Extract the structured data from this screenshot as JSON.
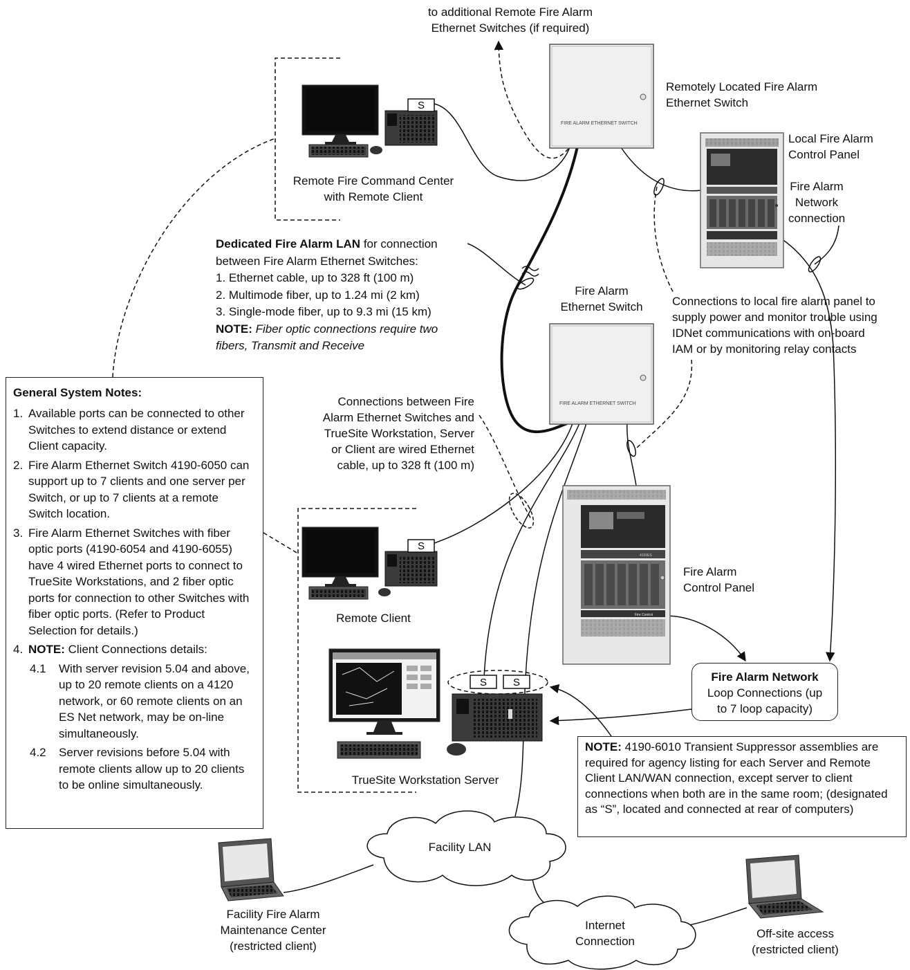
{
  "labels": {
    "top_arrow": [
      "to additional Remote Fire Alarm",
      "Ethernet Switches (if required)"
    ],
    "remote_switch": [
      "Remotely Located Fire Alarm",
      "Ethernet Switch"
    ],
    "local_facp": [
      "Local Fire Alarm",
      "Control Panel"
    ],
    "fa_network_conn": [
      "Fire Alarm",
      "Network",
      "connection"
    ],
    "remote_fcc": [
      "Remote Fire Command Center",
      "with Remote Client"
    ],
    "fa_switch": [
      "Fire Alarm",
      "Ethernet Switch"
    ],
    "local_conn": [
      "Connections to local fire alarm panel to",
      "supply power and monitor trouble using",
      "IDNet communications with on-board",
      "IAM or by monitoring relay contacts"
    ],
    "wired_conn": [
      "Connections between Fire",
      "Alarm Ethernet Switches and",
      "TrueSite Workstation, Server",
      "or Client are wired Ethernet",
      "cable, up to 328 ft (100 m)"
    ],
    "remote_client": "Remote Client",
    "facp": [
      "Fire Alarm",
      "Control Panel"
    ],
    "truesite": "TrueSite Workstation Server",
    "facility_lan": "Facility LAN",
    "internet": [
      "Internet",
      "Connection"
    ],
    "maintenance": [
      "Facility Fire Alarm",
      "Maintenance Center",
      "(restricted client)"
    ],
    "offsite": [
      "Off-site access",
      "(restricted client)"
    ],
    "switch_faceplate": "FIRE ALARM ETHERNET SWITCH",
    "suppressor": "S",
    "panel_brand": "Fire Control"
  },
  "lan_note": {
    "bold": "Dedicated Fire Alarm LAN",
    "rest": " for connection",
    "line2": "between Fire Alarm Ethernet Switches:",
    "items": [
      "1. Ethernet cable, up to 328 ft (100 m)",
      "2. Multimode fiber, up to 1.24 mi (2 km)",
      "3. Single-mode fiber, up to 9.3 mi (15 km)"
    ],
    "note_bold": "NOTE:",
    "note_italic": " Fiber optic connections require two",
    "note_italic2": "fibers, Transmit and Receive"
  },
  "general_notes": {
    "title": "General System Notes:",
    "items": [
      {
        "num": "1.",
        "text": "Available ports can be connected to other Switches to extend distance or extend Client capacity."
      },
      {
        "num": "2.",
        "text": "Fire Alarm Ethernet Switch 4190-6050 can support up to 7 clients and one server per Switch, or up to 7 clients at a remote Switch location."
      },
      {
        "num": "3.",
        "text": "Fire Alarm Ethernet Switches with fiber optic ports (4190-6054 and 4190-6055) have 4 wired Ethernet ports to connect to TrueSite Workstations, and 2 fiber optic ports for connection to other Switches with fiber optic ports. (Refer to Product Selection for details.)"
      }
    ],
    "item4_num": "4.",
    "item4_bold": "NOTE:",
    "item4_text": " Client Connections details:",
    "sub": [
      {
        "num": "4.1",
        "text": "With server revision 5.04 and above, up to 20 remote clients on a 4120 network, or 60 remote clients on an ES Net network, may be on-line simultaneously."
      },
      {
        "num": "4.2",
        "text": "Server revisions before 5.04 with remote clients allow up to 20 clients to be online simultaneously."
      }
    ]
  },
  "network_box": {
    "bold": "Fire Alarm Network",
    "line2": "Loop Connections (up",
    "line3": "to 7 loop capacity)"
  },
  "ws_note": {
    "bold": "NOTE:",
    "text": " 4190-6010 Transient Suppressor assemblies are required for agency listing for each Server and Remote Client LAN/WAN connection, except server to client connections when both are in the same room; (designated as “S”, located and connected at rear of computers)"
  }
}
